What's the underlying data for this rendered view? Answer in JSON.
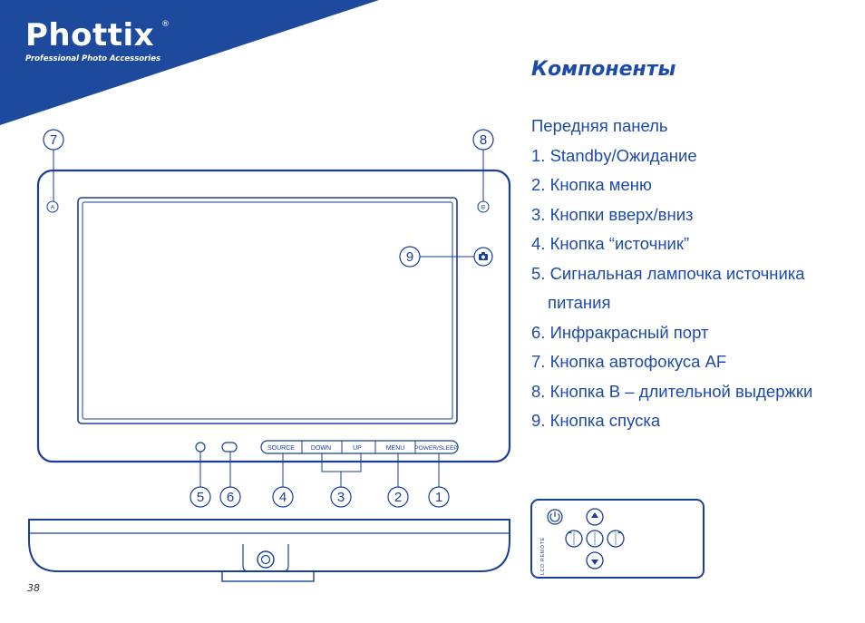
{
  "brand": {
    "name": "Phottix",
    "registered": "®",
    "tagline": "Professional Photo Accessories"
  },
  "section": {
    "title": "Компоненты",
    "subtitle": "Передняя панель",
    "items": [
      "1. Standby/Ожидание",
      "2. Кнопка меню",
      "3. Кнопки вверх/вниз",
      "4. Кнопка “источник”",
      "5. Сигнальная лампочка источника",
      "питания",
      "6. Инфракрасный порт",
      "7. Кнопка автофокуса AF",
      "8. Кнопка B – длительной выдержки",
      "9. Кнопка спуска"
    ]
  },
  "device": {
    "button_a": "A",
    "button_b": "B",
    "buttons": {
      "source": "SOURCE",
      "down": "DOWN",
      "up": "UP",
      "menu": "MENU",
      "power": "POWER/SLEEP"
    },
    "callouts": [
      "7",
      "8",
      "9",
      "5",
      "6",
      "4",
      "3",
      "2",
      "1"
    ]
  },
  "remote": {
    "label": "LCD REMOTE"
  },
  "page": {
    "number": "38"
  },
  "colors": {
    "brand_blue": "#1d4a9c",
    "text_blue": "#1e4aa8",
    "line": "#1a3f99"
  }
}
